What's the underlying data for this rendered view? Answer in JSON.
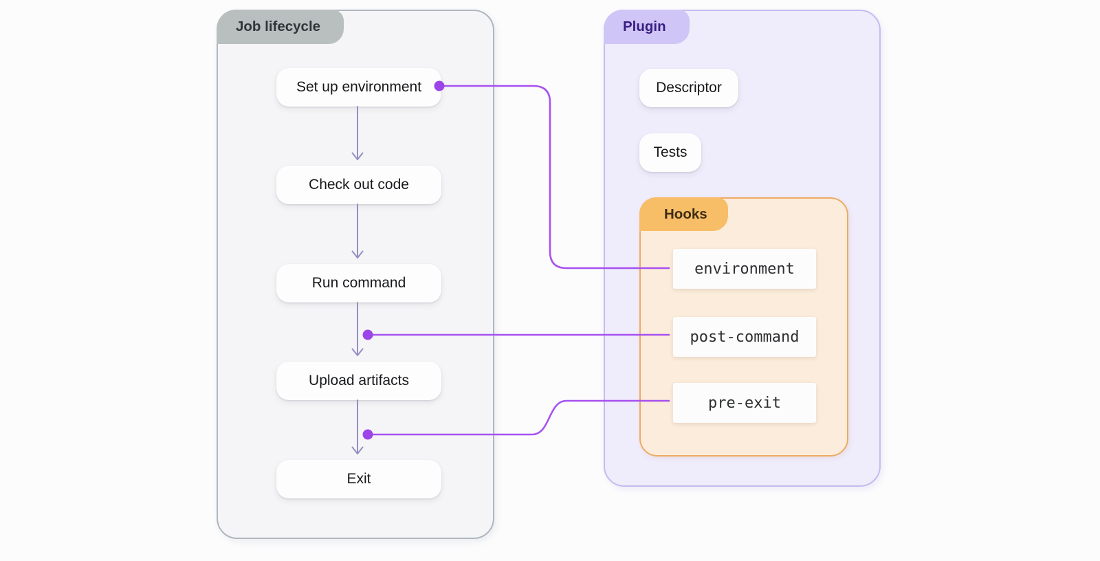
{
  "job_panel": {
    "title": "Job lifecycle",
    "nodes": [
      "Set up environment",
      "Check out code",
      "Run command",
      "Upload artifacts",
      "Exit"
    ]
  },
  "plugin_panel": {
    "title": "Plugin",
    "items": [
      "Descriptor",
      "Tests"
    ],
    "hooks": {
      "title": "Hooks",
      "items": [
        "environment",
        "post-command",
        "pre-exit"
      ]
    }
  },
  "connections": [
    {
      "from": "Set up environment",
      "to": "environment"
    },
    {
      "from": "Run command → Upload artifacts transition",
      "to": "post-command"
    },
    {
      "from": "Upload artifacts → Exit transition",
      "to": "pre-exit"
    }
  ],
  "colors": {
    "connector": "#a751f0",
    "dot": "#9c44e8",
    "arrow": "#938fc2",
    "job_tab_bg": "#b9bfbe",
    "job_tab_text": "#2f3538",
    "job_panel_bg": "#f5f5f7",
    "job_panel_border": "#aeb6c0",
    "plugin_tab_bg": "#cfc5f6",
    "plugin_tab_text": "#391d80",
    "plugin_panel_bg": "#efecfb",
    "plugin_panel_border": "#c5bbee",
    "hooks_tab_bg": "#f7bd67",
    "hooks_tab_text": "#3b2d13",
    "hooks_panel_bg": "#fcecdb",
    "hooks_panel_border": "#edab63",
    "node_bg": "#fdfdfd",
    "node_text": "#17181b",
    "hook_box_bg": "#fcfcfc",
    "hook_box_text": "#2e2f31",
    "page_bg": "#fcfcfd"
  }
}
